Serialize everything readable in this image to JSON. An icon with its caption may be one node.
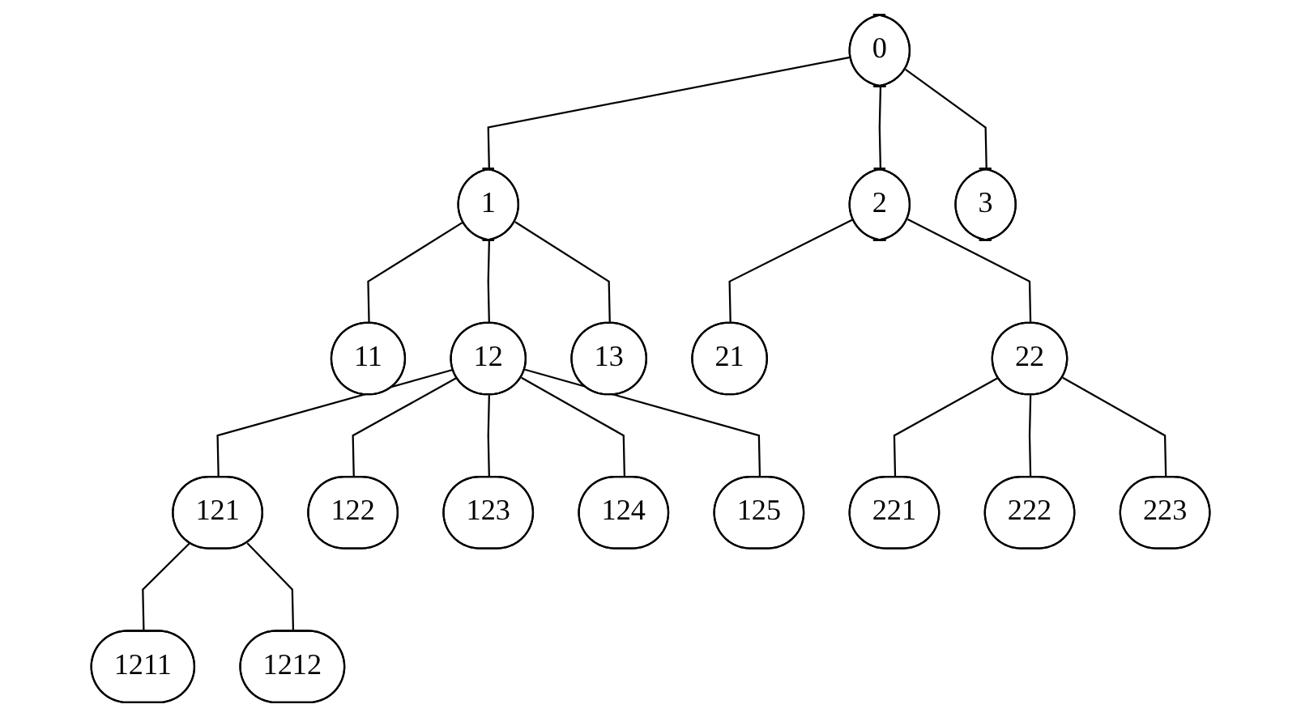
{
  "diagram": {
    "nodes": [
      {
        "text": [
          "0"
        ]
      },
      {
        "text": [
          "1"
        ]
      },
      {
        "text": [
          "2"
        ]
      },
      {
        "text": [
          "3"
        ]
      },
      {
        "text": [
          "11"
        ]
      },
      {
        "text": [
          "12"
        ]
      },
      {
        "text": [
          "13"
        ]
      },
      {
        "text": [
          "21"
        ]
      },
      {
        "text": [
          "22"
        ]
      },
      {
        "text": [
          "121"
        ]
      },
      {
        "text": [
          "122"
        ]
      },
      {
        "text": [
          "123"
        ]
      },
      {
        "text": [
          "124"
        ]
      },
      {
        "text": [
          "125"
        ]
      },
      {
        "text": [
          "221"
        ]
      },
      {
        "text": [
          "222"
        ]
      },
      {
        "text": [
          "223"
        ]
      },
      {
        "text": [
          "1211"
        ]
      },
      {
        "text": [
          "1212"
        ]
      }
    ],
    "edges": [
      {
        "from": 0,
        "to": 1,
        "arrow": "none"
      },
      {
        "from": 0,
        "to": 2,
        "arrow": "none"
      },
      {
        "from": 0,
        "to": 3,
        "arrow": "none"
      },
      {
        "from": 1,
        "to": 4,
        "arrow": "none"
      },
      {
        "from": 1,
        "to": 5,
        "arrow": "none"
      },
      {
        "from": 1,
        "to": 6,
        "arrow": "none"
      },
      {
        "from": 2,
        "to": 7,
        "arrow": "none"
      },
      {
        "from": 2,
        "to": 8,
        "arrow": "none"
      },
      {
        "from": 5,
        "to": 9,
        "arrow": "none"
      },
      {
        "from": 5,
        "to": 10,
        "arrow": "none"
      },
      {
        "from": 5,
        "to": 11,
        "arrow": "none"
      },
      {
        "from": 5,
        "to": 12,
        "arrow": "none"
      },
      {
        "from": 5,
        "to": 13,
        "arrow": "none"
      },
      {
        "from": 8,
        "to": 14,
        "arrow": "none"
      },
      {
        "from": 8,
        "to": 15,
        "arrow": "none"
      },
      {
        "from": 8,
        "to": 16,
        "arrow": "none"
      },
      {
        "from": 9,
        "to": 17,
        "arrow": "none"
      },
      {
        "from": 9,
        "to": 18,
        "arrow": "none"
      }
    ]
  }
}
